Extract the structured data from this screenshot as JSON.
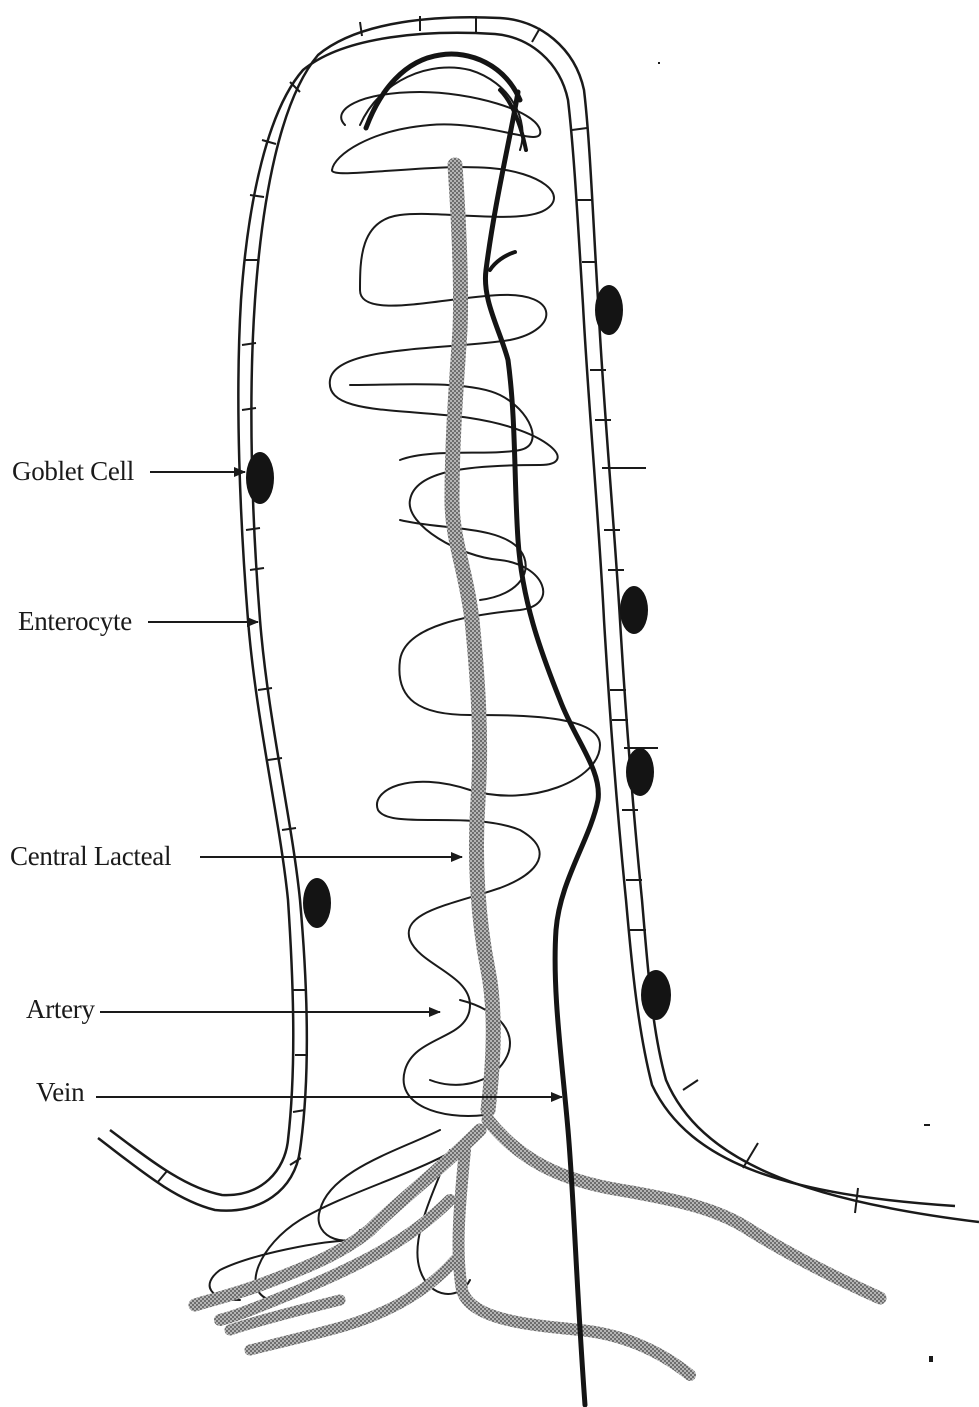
{
  "labels": {
    "goblet_cell": "Goblet Cell",
    "enterocyte": "Enterocyte",
    "central_lacteal": "Central Lacteal",
    "artery": "Artery",
    "vein": "Vein"
  },
  "colors": {
    "ink": "#1a1a1a",
    "lacteal": "#9a9a9a",
    "background": "#ffffff"
  }
}
